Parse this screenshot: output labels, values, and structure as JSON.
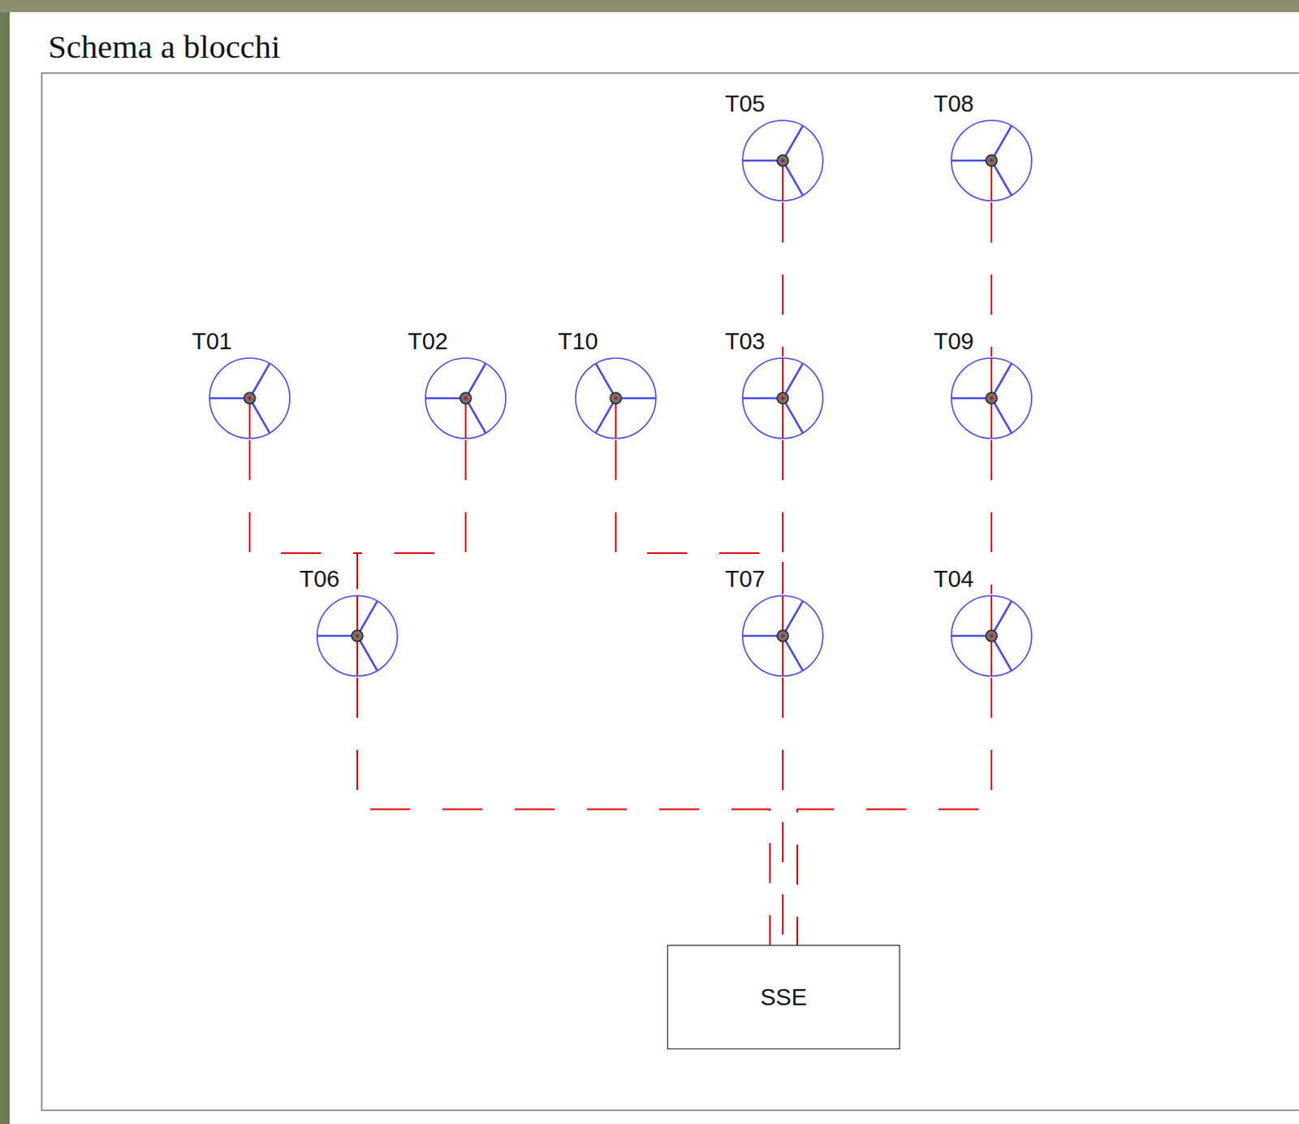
{
  "diagram": {
    "title": "Schema a blocchi",
    "nodes": [
      {
        "text": [
          "T05"
        ]
      },
      {
        "text": [
          "T08"
        ]
      },
      {
        "text": [
          "T01"
        ]
      },
      {
        "text": [
          "T02"
        ]
      },
      {
        "text": [
          "T10"
        ]
      },
      {
        "text": [
          "T03"
        ]
      },
      {
        "text": [
          "T09"
        ]
      },
      {
        "text": [
          "T06"
        ]
      },
      {
        "text": [
          "T07"
        ]
      },
      {
        "text": [
          "T04"
        ]
      },
      {
        "text": [
          "SSE"
        ]
      }
    ],
    "edges": [
      {
        "from": 0,
        "to": 5,
        "arrow": "none"
      },
      {
        "from": 1,
        "to": 6,
        "arrow": "none"
      },
      {
        "from": 2,
        "to": 7,
        "arrow": "none"
      },
      {
        "from": 3,
        "to": 7,
        "arrow": "none"
      },
      {
        "from": 4,
        "to": 8,
        "arrow": "none"
      },
      {
        "from": 5,
        "to": 8,
        "arrow": "none"
      },
      {
        "from": 6,
        "to": 9,
        "arrow": "none"
      },
      {
        "from": 7,
        "to": 10,
        "arrow": "none"
      },
      {
        "from": 8,
        "to": 10,
        "arrow": "none"
      },
      {
        "from": 9,
        "to": 10,
        "arrow": "none"
      }
    ]
  }
}
